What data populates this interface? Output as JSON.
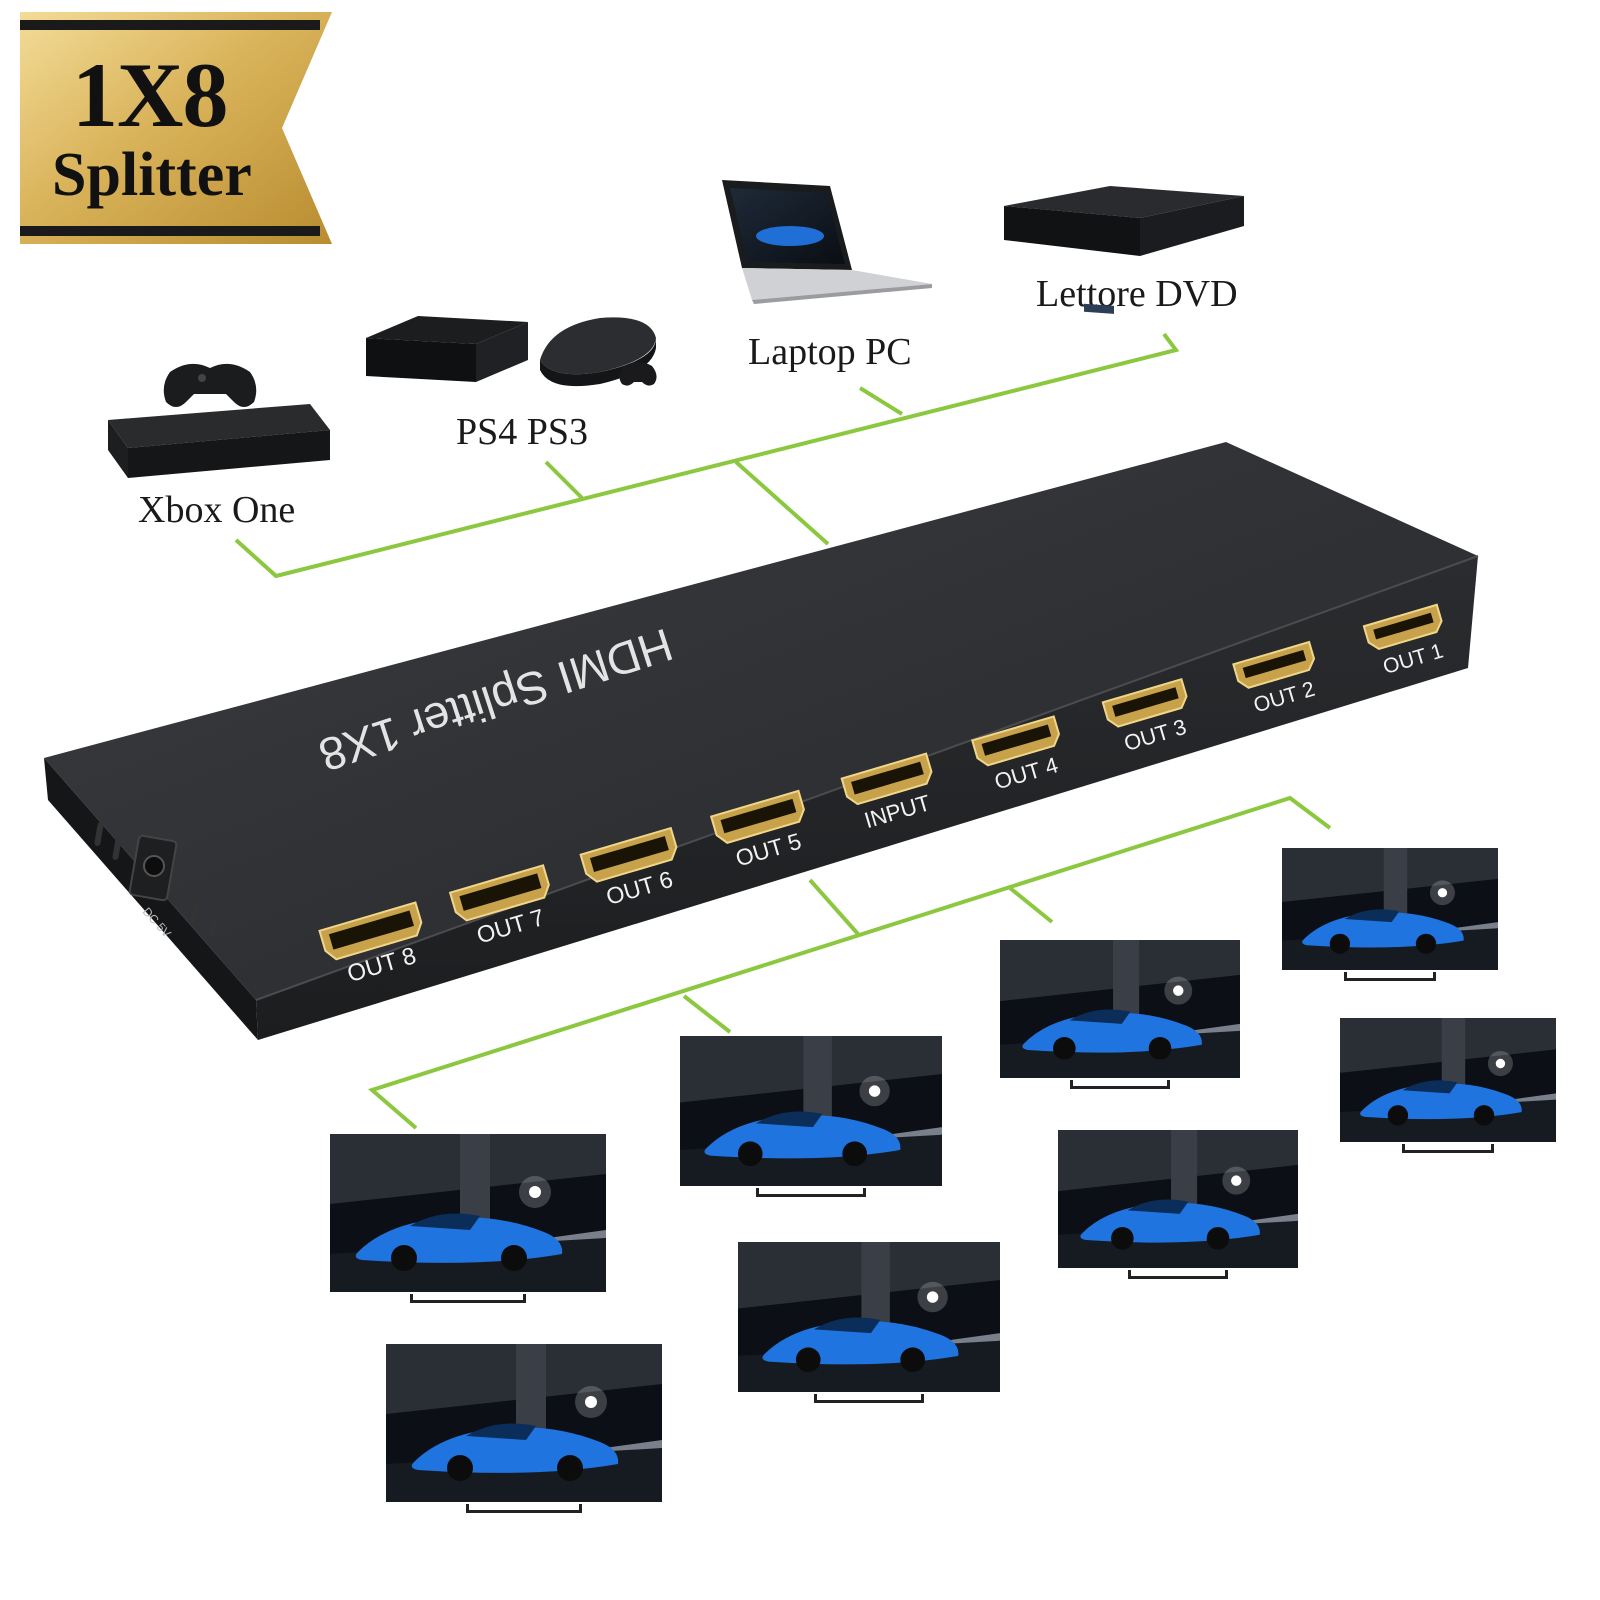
{
  "banner": {
    "line1": "1X8",
    "line2": "Splitter"
  },
  "sources": {
    "xbox": "Xbox One",
    "ps": "PS4 PS3",
    "laptop": "Laptop PC",
    "dvd": "Lettore DVD"
  },
  "device": {
    "title": "HDMI Splitter 1X8",
    "power_label": "DC 5V",
    "ports": [
      "OUT 8",
      "OUT 7",
      "OUT 6",
      "OUT 5",
      "INPUT",
      "OUT 4",
      "OUT 3",
      "OUT 2",
      "OUT 1"
    ]
  },
  "colors": {
    "connector_line": "#8BC83F",
    "banner_gold": "#D9B35A",
    "device_body": "#2F3134",
    "port_gold": "#C8A24A"
  }
}
